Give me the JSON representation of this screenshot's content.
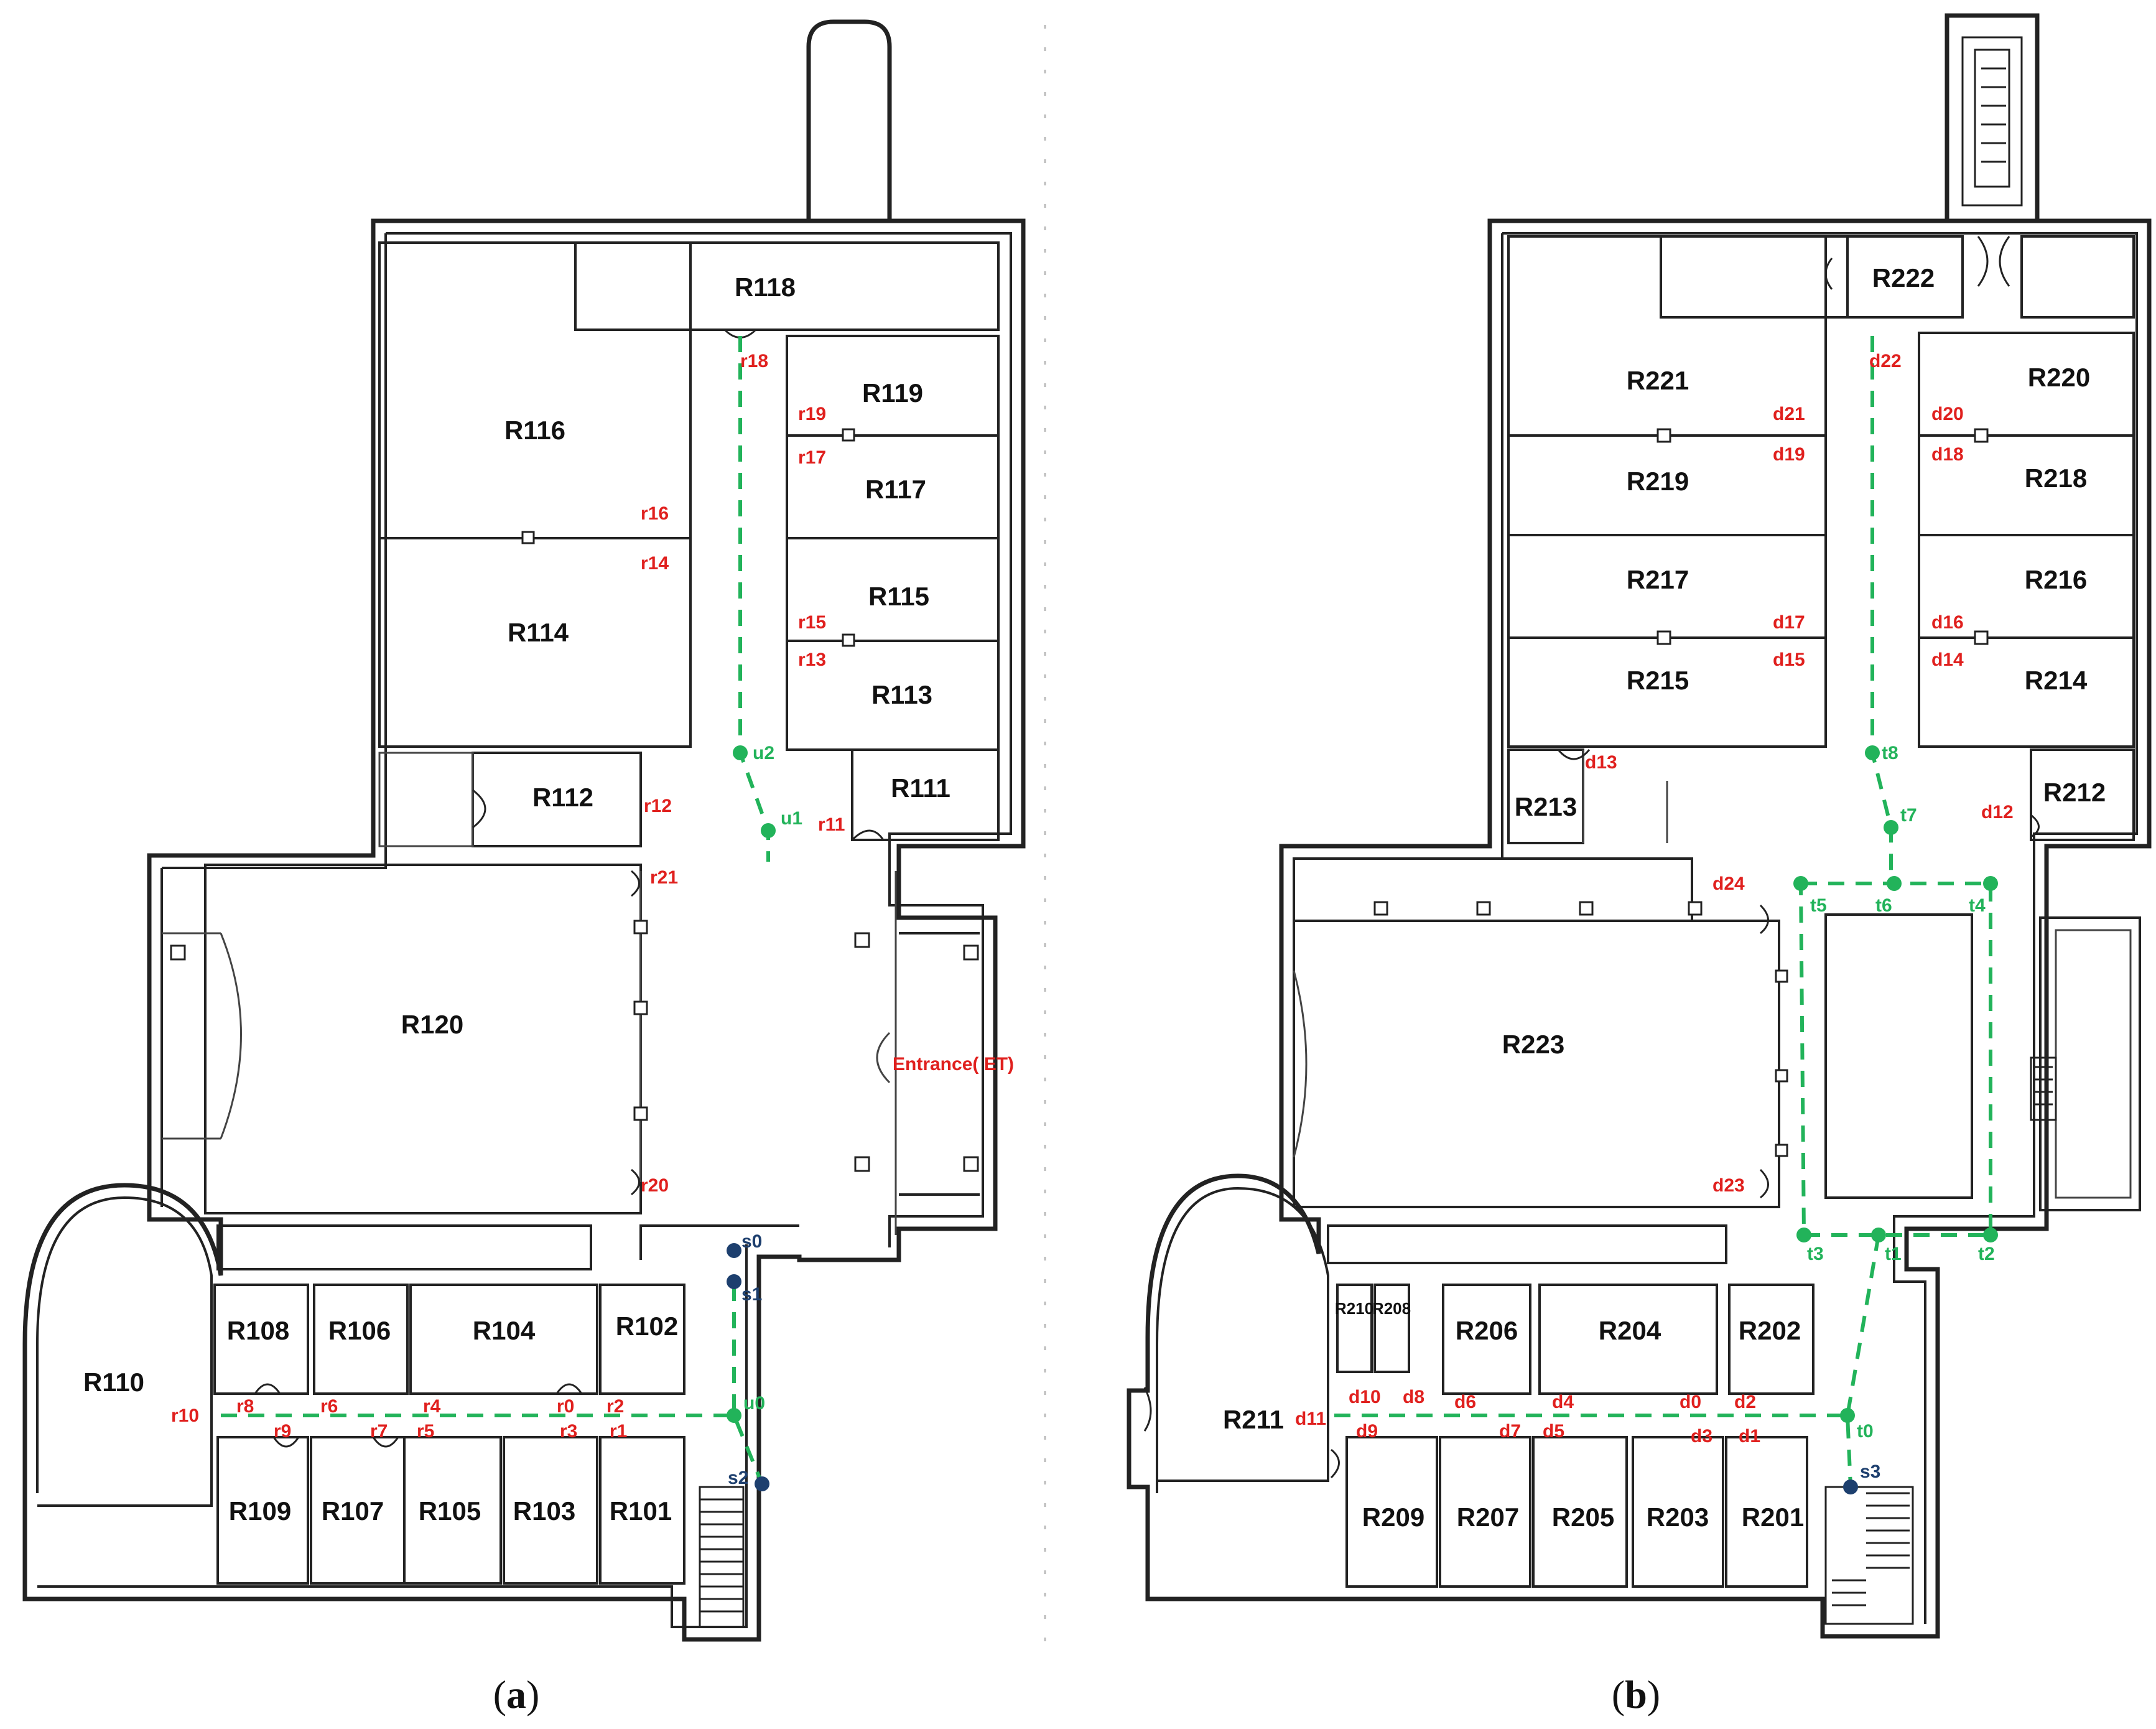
{
  "panels": [
    {
      "caption_open": "(",
      "caption_letter": "a",
      "caption_close": ")",
      "rooms": [
        "R118",
        "R116",
        "R119",
        "R117",
        "R115",
        "R113",
        "R114",
        "R111",
        "R112",
        "R120",
        "R108",
        "R106",
        "R104",
        "R102",
        "R110",
        "R109",
        "R107",
        "R105",
        "R103",
        "R101"
      ],
      "entrance_label": "Entrance( ET)",
      "doors": [
        "r18",
        "r19",
        "r17",
        "r16",
        "r14",
        "r15",
        "r13",
        "r12",
        "r11",
        "r21",
        "r20",
        "r10",
        "r8",
        "r6",
        "r4",
        "r0",
        "r2",
        "r9",
        "r7",
        "r5",
        "r3",
        "r1"
      ],
      "nodes": [
        "u2",
        "u1",
        "u0"
      ],
      "stairs": [
        "s0",
        "s1",
        "s2"
      ]
    },
    {
      "caption_open": "(",
      "caption_letter": "b",
      "caption_close": ")",
      "rooms": [
        "R222",
        "R221",
        "R220",
        "R219",
        "R218",
        "R217",
        "R216",
        "R215",
        "R214",
        "R213",
        "R212",
        "R223",
        "R206",
        "R204",
        "R202",
        "R211",
        "R209",
        "R207",
        "R205",
        "R203",
        "R201"
      ],
      "small_rooms": [
        "R210",
        "R208"
      ],
      "doors": [
        "d22",
        "d21",
        "d20",
        "d19",
        "d18",
        "d17",
        "d16",
        "d15",
        "d14",
        "d13",
        "d12",
        "d24",
        "d23",
        "d10",
        "d8",
        "d6",
        "d4",
        "d0",
        "d2",
        "d11",
        "d9",
        "d7",
        "d5",
        "d3",
        "d1"
      ],
      "nodes": [
        "t8",
        "t7",
        "t5",
        "t6",
        "t4",
        "t3",
        "t1",
        "t2",
        "t0"
      ],
      "stairs": [
        "s3"
      ]
    }
  ],
  "colors": {
    "walls": "#222222",
    "door_labels": "#e0201e",
    "path_nodes": "#22b35a",
    "stair_nodes": "#1d3f6e"
  }
}
